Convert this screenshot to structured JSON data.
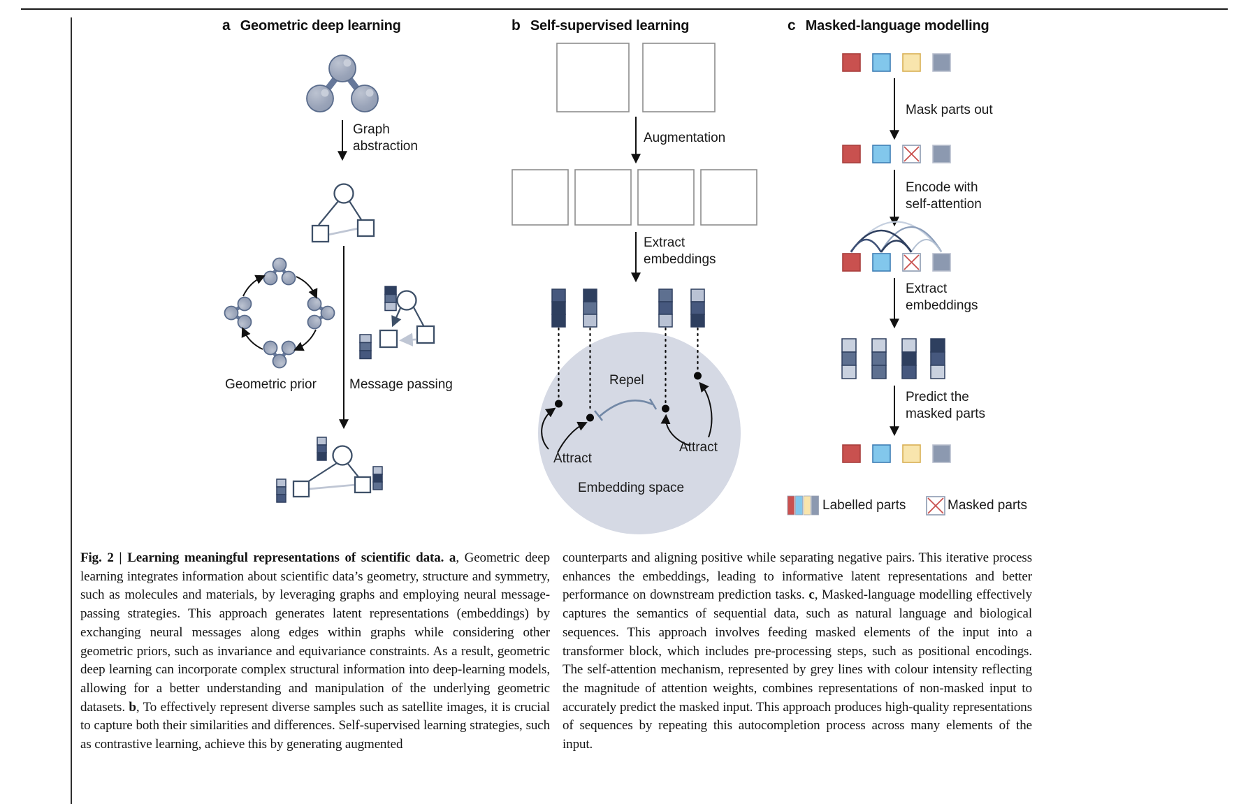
{
  "colors": {
    "red": "#c9514f",
    "red_border": "#a83f3d",
    "blue": "#82c7ec",
    "blue_border": "#3f7fb5",
    "yellow": "#f8e5ad",
    "yellow_border": "#d9b054",
    "grey_blue": "#8c99b0",
    "grey_blue_border": "#b9c0cf",
    "mask_x_red": "#c9514f",
    "bar_dark": "#2e3f5f",
    "bar_mid": "#5e7090",
    "bar_mid2": "#46587e",
    "bar_light": "#b9c2d4",
    "bar_pale": "#c9d1df",
    "node_stroke": "#3e5068",
    "edge_light": "#bfc6d4",
    "ball_stroke": "#5a6c8c",
    "embed_space": "#d5d9e4",
    "repel_arc": "#7288a6",
    "arc_dark": "#2e3f5f",
    "arc_mid": "#8d9fba",
    "arc_light": "#c6d0df"
  },
  "panels": {
    "a": {
      "tag": "a",
      "title": "Geometric deep learning",
      "labels": {
        "graph_abstraction": "Graph\nabstraction",
        "geometric_prior": "Geometric prior",
        "message_passing": "Message passing"
      }
    },
    "b": {
      "tag": "b",
      "title": "Self-supervised learning",
      "labels": {
        "augmentation": "Augmentation",
        "extract_embeddings": "Extract\nembeddings",
        "repel": "Repel",
        "attract_left": "Attract",
        "attract_right": "Attract",
        "embedding_space": "Embedding space"
      }
    },
    "c": {
      "tag": "c",
      "title": "Masked-language modelling",
      "labels": {
        "mask_parts_out": "Mask parts out",
        "encode": "Encode with\nself-attention",
        "extract_embeddings": "Extract\nembeddings",
        "predict": "Predict the\nmasked parts"
      },
      "legend": {
        "labelled": "Labelled parts",
        "masked": "Masked parts"
      }
    }
  },
  "caption": {
    "left": {
      "fig_bold": "Fig. 2 | Learning meaningful representations of scientific data. ",
      "a_bold": "a",
      "a_text": ", Geometric deep learning integrates information about scientific data’s geometry, structure and symmetry, such as molecules and materials, by leveraging graphs and employing neural message-passing strategies. This approach generates latent representations (embeddings) by exchanging neural messages along edges within graphs while considering other geometric priors, such as invariance and equivariance constraints. As a result, geometric deep learning can incorporate complex structural information into deep-learning models, allowing for a better understanding and manipulation of the underlying geometric datasets. ",
      "b_bold": "b",
      "b_text": ", To effectively represent diverse samples such as satellite images, it is crucial to capture both their similarities and differences. Self-supervised learning strategies, such as contrastive learning, achieve this by generating augmented"
    },
    "right": {
      "intro": "counterparts and aligning positive while separating negative pairs. This iterative process enhances the embeddings, leading to informative latent representations and better performance on downstream prediction tasks. ",
      "c_bold": "c",
      "c_text": ", Masked-language modelling effectively captures the semantics of sequential data, such as natural language and biological sequences. This approach involves feeding masked elements of the input into a transformer block, which includes pre-processing steps, such as positional encodings. The self-attention mechanism, represented by grey lines with colour intensity reflecting the magnitude of attention weights, combines representations of non-masked input to accurately predict the masked input. This approach produces high-quality representations of sequences by repeating this autocompletion process across many elements of the input."
    }
  }
}
